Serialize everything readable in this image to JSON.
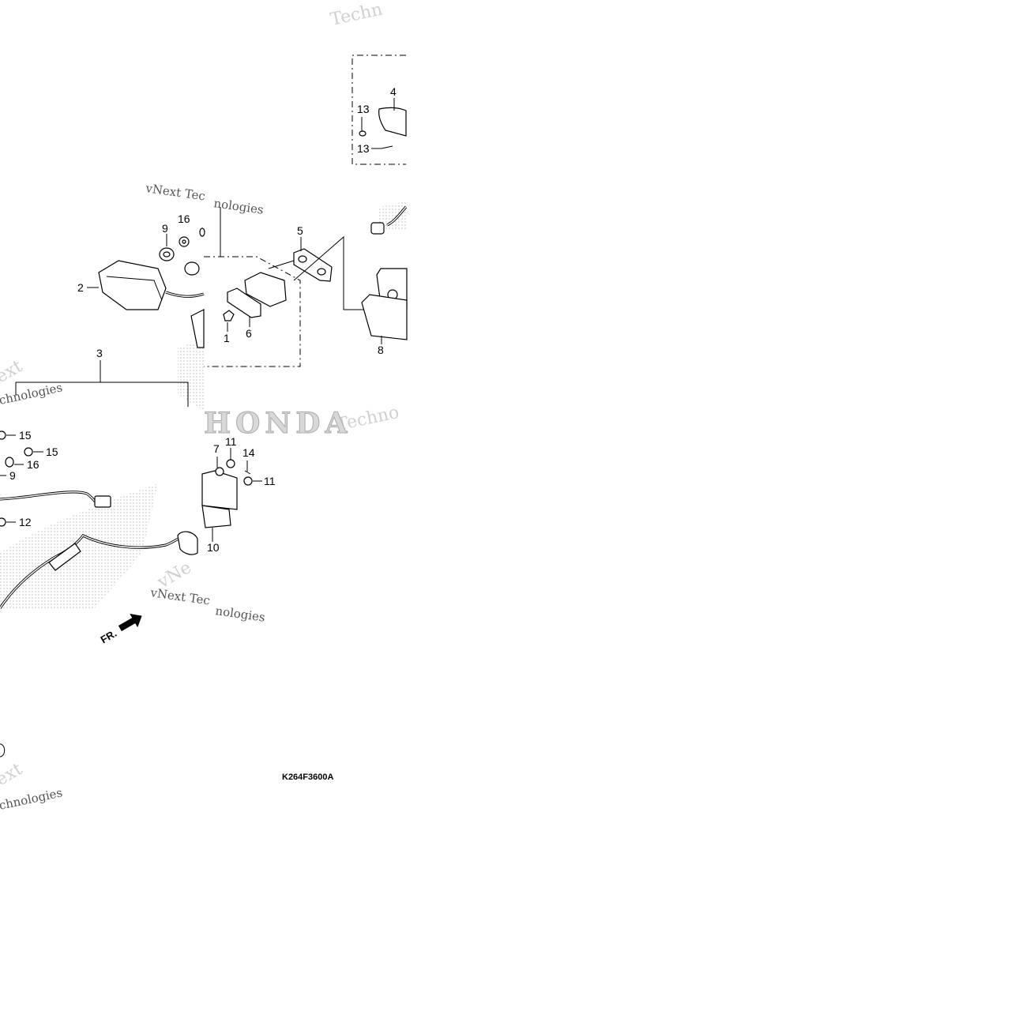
{
  "diagram": {
    "callouts": [
      "1",
      "2",
      "3",
      "4",
      "5",
      "6",
      "7",
      "8",
      "9",
      "9",
      "10",
      "11",
      "11",
      "12",
      "13",
      "13",
      "14",
      "15",
      "15",
      "16",
      "16"
    ],
    "code": "K264F3600A",
    "direction": "FR.",
    "watermarks": [
      "Techn",
      "vNext Tec",
      "nologies",
      "ext",
      "chnologies",
      "Techno",
      "vNe",
      "vNext Tec",
      "nologies",
      "ext",
      "chnologies"
    ],
    "brand_watermark": "HONDA"
  }
}
